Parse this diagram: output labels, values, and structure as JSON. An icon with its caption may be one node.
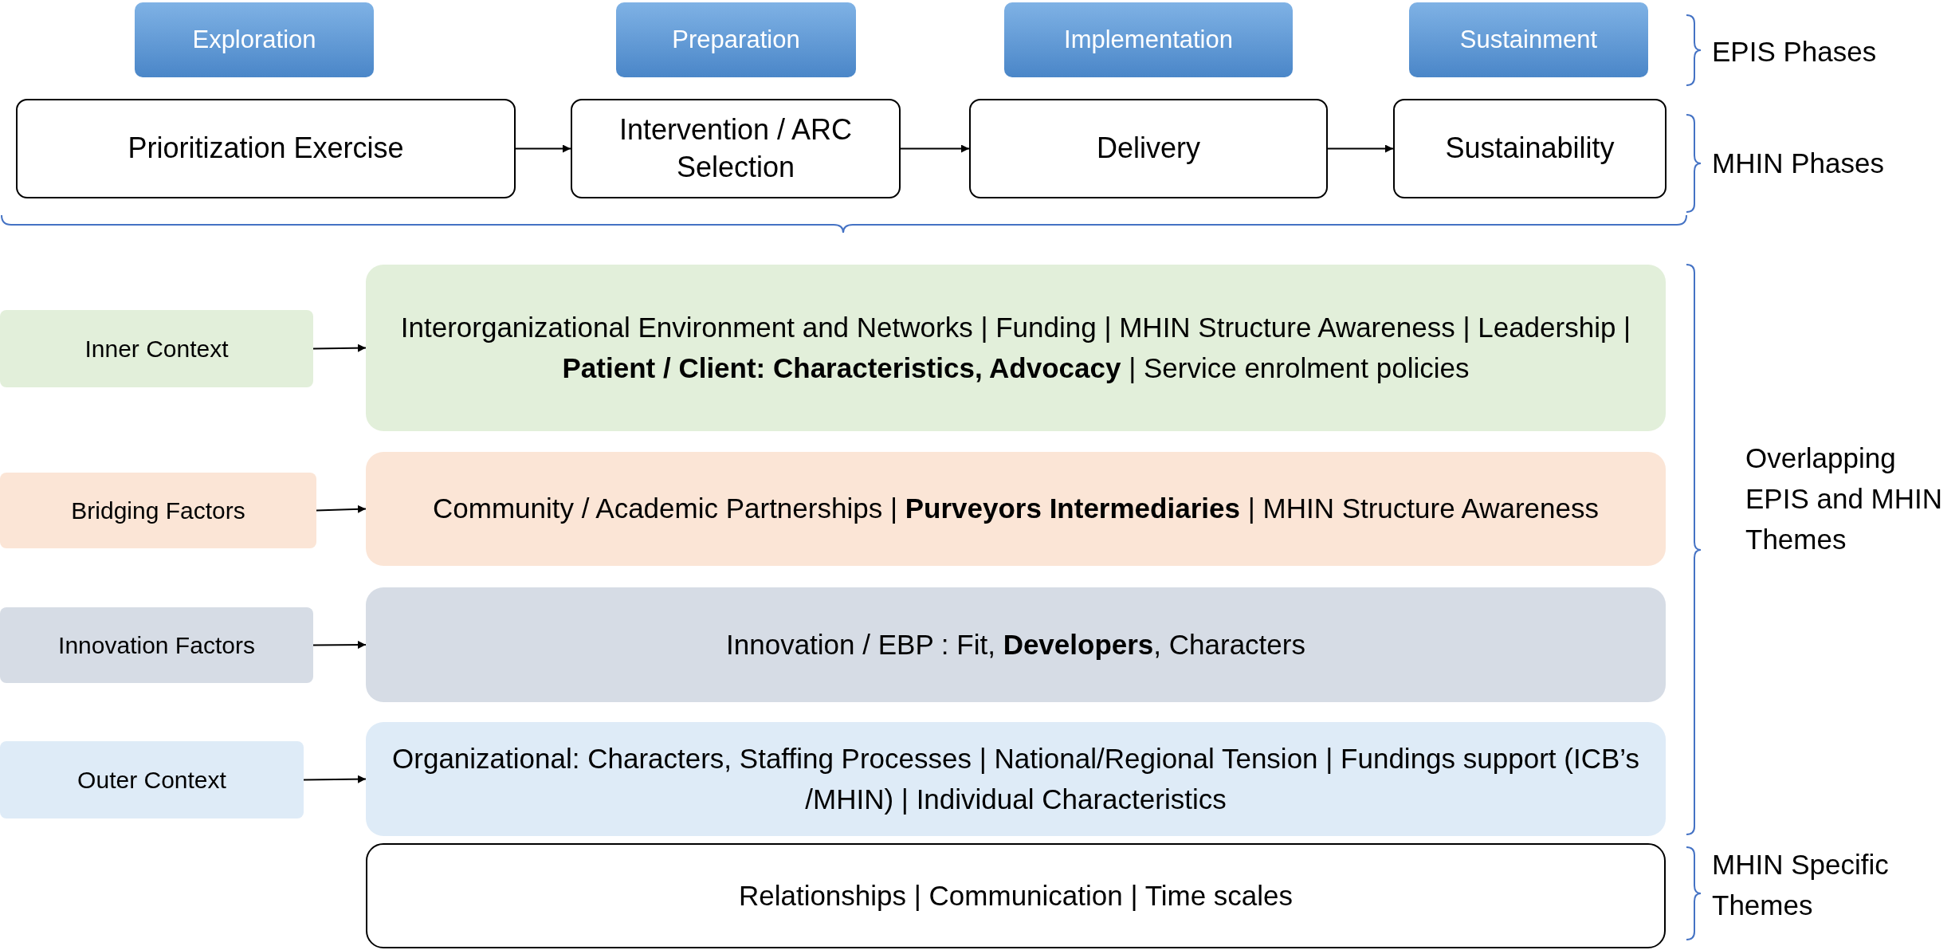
{
  "diagram": {
    "nodes": [
      {
        "text": [
          "Exploration"
        ]
      },
      {
        "text": [
          "Preparation"
        ]
      },
      {
        "text": [
          "Implementation"
        ]
      },
      {
        "text": [
          "Sustainment"
        ]
      },
      {
        "text": [
          "Prioritization Exercise"
        ]
      },
      {
        "text": [
          "Intervention / ARC Selection"
        ]
      },
      {
        "text": [
          "Delivery"
        ]
      },
      {
        "text": [
          "Sustainability"
        ]
      },
      {
        "text": [
          "Inner Context"
        ]
      },
      {
        "text": [
          "Bridging Factors"
        ]
      },
      {
        "text": [
          "Innovation Factors"
        ]
      },
      {
        "text": [
          "Outer Context"
        ]
      },
      {
        "text": [
          "Interorganizational Environment and Networks | Funding | MHIN Structure Awareness | Leadership | **Patient / Client: Characteristics, Advocacy** | Service enrolment policies"
        ]
      },
      {
        "text": [
          "Community / Academic Partnerships | **Purveyors Intermediaries** | MHIN Structure Awareness"
        ]
      },
      {
        "text": [
          "Innovation / EBP : Fit, **Developers**, Characters"
        ]
      },
      {
        "text": [
          "Organizational: Characters, Staffing Processes | National/Regional Tension | Fundings support (ICB’s /MHIN) | Individual Characteristics"
        ]
      },
      {
        "text": [
          "Relationships | Communication | Time scales"
        ]
      }
    ],
    "edges": [
      {
        "from": 4,
        "to": 5,
        "arrow": "to"
      },
      {
        "from": 5,
        "to": 6,
        "arrow": "to"
      },
      {
        "from": 6,
        "to": 7,
        "arrow": "to"
      },
      {
        "from": 8,
        "to": 12,
        "arrow": "to"
      },
      {
        "from": 9,
        "to": 13,
        "arrow": "to"
      },
      {
        "from": 10,
        "to": 14,
        "arrow": "to"
      },
      {
        "from": 11,
        "to": 15,
        "arrow": "to"
      }
    ],
    "labels": [
      "EPIS Phases",
      "MHIN Phases",
      "Overlapping EPIS and MHIN Themes",
      "MHIN Specific Themes"
    ]
  }
}
